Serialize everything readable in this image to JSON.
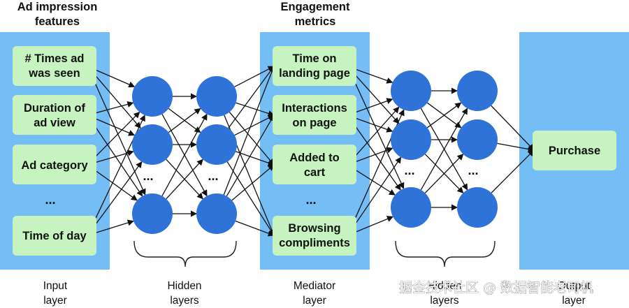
{
  "headers": {
    "input_line1": "Ad impression",
    "input_line2": "features",
    "mediator_line1": "Engagement",
    "mediator_line2": "metrics"
  },
  "input_boxes": [
    {
      "line1": "# Times ad",
      "line2": "was seen"
    },
    {
      "line1": "Duration of",
      "line2": "ad view"
    },
    {
      "line1": "Ad category",
      "line2": ""
    },
    {
      "line1": "Time of day",
      "line2": ""
    }
  ],
  "mediator_boxes": [
    {
      "line1": "Time on",
      "line2": "landing page"
    },
    {
      "line1": "Interactions",
      "line2": "on page"
    },
    {
      "line1": "Added to",
      "line2": "cart"
    },
    {
      "line1": "Browsing",
      "line2": "compliments"
    }
  ],
  "output_box": {
    "label": "Purchase"
  },
  "ellipsis": "...",
  "captions": {
    "input_1": "Input",
    "input_2": "layer",
    "hidden_1": "Hidden",
    "hidden_2": "layers",
    "mediator_1": "Mediator",
    "mediator_2": "layer",
    "hidden2_1": "Hidden",
    "hidden2_2": "layers",
    "output_1": "Output",
    "output_2": "layer"
  },
  "watermark": "掘金技术社区 @ 数据智能老司机",
  "colors": {
    "band": "#74bdf5",
    "box": "#c6f3c0",
    "node": "#2f73d9"
  }
}
